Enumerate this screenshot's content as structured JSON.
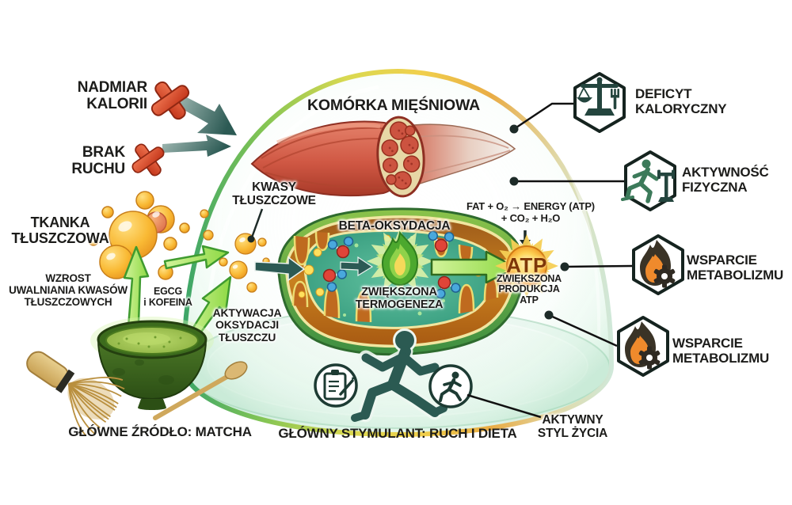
{
  "inputs": {
    "excess_calories": "NADMIAR\nKALORII",
    "lack_of_movement": "BRAK\nRUCHU"
  },
  "dome": {
    "muscle_cell": "KOMÓRKA MIĘŚNIOWA",
    "fatty_acids": "KWASY\nTŁUSZCZOWE",
    "beta_oxidation": "BETA-OKSYDACJA",
    "thermogenesis": "ZWIĘKSZONA\nTERMOGENEZA",
    "energy_formula": "FAT + O₂ → ENERGY (ATP)\n+ CO₂ + H₂O",
    "atp": "ATP",
    "atp_production": "ZWIĘKSZONA\nPRODUKCJA\nATP",
    "fat_oxidation_activation": "AKTYWACJA\nOKSYDACJI\nTŁUSZCZU"
  },
  "matcha": {
    "fat_tissue": "TKANKA\nTŁUSZCZOWA",
    "fatty_acid_release": "WZROST\nUWALNIANIA KWASÓW\nTŁUSZCZOWYCH",
    "compounds": "EGCG\ni KOFEINA",
    "caption": "GŁÓWNE ŹRÓDŁO: MATCHA"
  },
  "bottom": {
    "stimulant_caption": "GŁÓWNY STYMULANT: RUCH I DIETA",
    "active_lifestyle": "AKTYWNY\nSTYL ŻYCIA"
  },
  "right_panel": {
    "items": [
      {
        "icon": "balance-scale-fork-icon",
        "label": "DEFICYT\nKALORYCZNY"
      },
      {
        "icon": "runner-dumbbell-icon",
        "label": "AKTYWNOŚĆ\nFIZYCZNA"
      },
      {
        "icon": "flame-gear-icon",
        "label": "WSPARCIE\nMETABOLIZMU"
      },
      {
        "icon": "flame-gear-icon",
        "label": "WSPARCIE\nMETABOLIZMU"
      }
    ]
  },
  "colors": {
    "background": "#ffffff",
    "text": "#1c1c1a",
    "red_x": "#d9472b",
    "teal_arrow": "#2c5a54",
    "dome_rim_green": "#3fae6e",
    "dome_rim_yellow": "#eecf4a",
    "dome_rim_orange": "#e8a33f",
    "muscle_red": "#d05844",
    "mitochondria_green": "#7cb342",
    "mitochondria_orange": "#b5651d",
    "matrix_teal": "#3da08a",
    "flame_green": "#4ca82e",
    "fat_yellow": "#f9b934",
    "green_arrow": "#8ed944",
    "atp_sun": "#f5a623",
    "matcha_green": "#4a7d28",
    "hex_icon": "#24453e"
  }
}
